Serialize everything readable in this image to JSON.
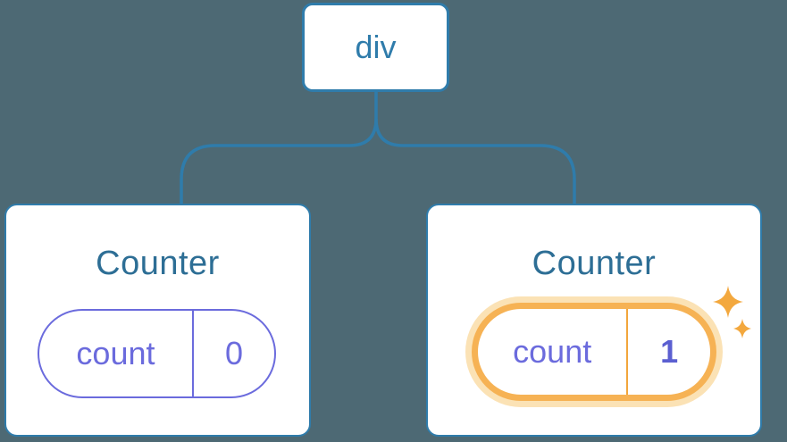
{
  "diagram": {
    "root_node": {
      "label": "div"
    },
    "nodes": [
      {
        "title": "Counter",
        "state_key": "count",
        "state_value": "0",
        "highlighted": false
      },
      {
        "title": "Counter",
        "state_key": "count",
        "state_value": "1",
        "highlighted": true
      }
    ],
    "icons": {
      "sparkle": "sparkle-icon"
    },
    "colors": {
      "background": "#4D6974",
      "tree_line": "#2F7CAB",
      "node_title": "#2D6E95",
      "state_indigo": "#6B6BDD",
      "state_value_bold_indigo": "#5B5FD1",
      "highlight_orange": "#F6B254",
      "highlight_halo": "#FBE2B5",
      "card_background": "#FFFFFF"
    }
  }
}
